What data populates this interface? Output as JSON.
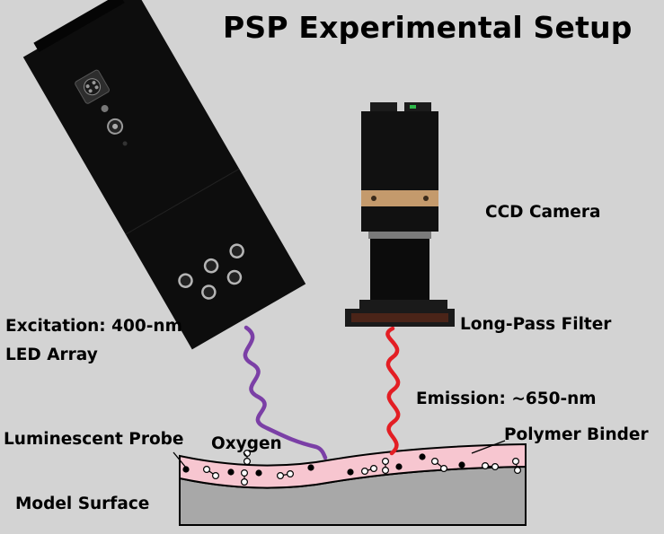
{
  "title": "PSP Experimental Setup",
  "labels": {
    "ccd_camera": "CCD Camera",
    "long_pass_filter": "Long-Pass Filter",
    "excitation_line1": "Excitation: 400-nm",
    "excitation_line2": "LED Array",
    "emission": "Emission: ~650-nm",
    "luminescent_probe": "Luminescent Probe",
    "oxygen": "Oxygen",
    "polymer_binder": "Polymer Binder",
    "model_surface": "Model Surface"
  },
  "colors": {
    "background": "#d3d3d3",
    "led_housing": "#0d0d0d",
    "camera_body": "#111111",
    "camera_band": "#c49a6c",
    "filter": "#4a2418",
    "excitation_wave": "#7b3fa6",
    "emission_wave": "#e31e24",
    "binder_layer": "#f7c6d0",
    "model_surface": "#a8a8a8"
  }
}
